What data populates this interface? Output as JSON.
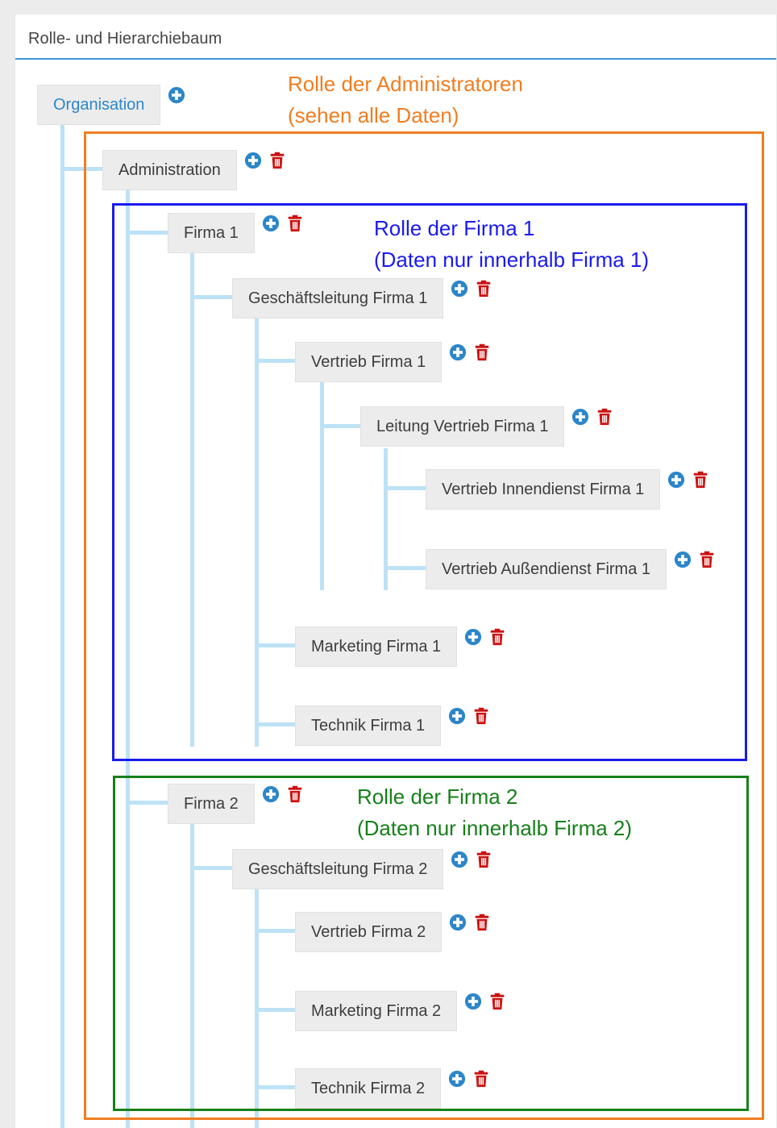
{
  "panel": {
    "title": "Rolle- und Hierarchiebaum"
  },
  "colors": {
    "connector": "#bde2f5",
    "add_icon": "#2c86c9",
    "delete_icon": "#cc1111",
    "admin_box": "#f07d21",
    "firma1_box": "#1a1aee",
    "firma2_box": "#17801a"
  },
  "tree": {
    "organisation": "Organisation",
    "administration": "Administration",
    "firma1": "Firma 1",
    "geschaeftsleitung_firma1": "Geschäftsleitung Firma 1",
    "vertrieb_firma1": "Vertrieb Firma 1",
    "leitung_vertrieb_firma1": "Leitung Vertrieb Firma 1",
    "vertrieb_innendienst_firma1": "Vertrieb Innendienst Firma 1",
    "vertrieb_aussendienst_firma1": "Vertrieb Außendienst Firma 1",
    "marketing_firma1": "Marketing Firma 1",
    "technik_firma1": "Technik Firma 1",
    "firma2": "Firma 2",
    "geschaeftsleitung_firma2": "Geschäftsleitung Firma 2",
    "vertrieb_firma2": "Vertrieb Firma 2",
    "marketing_firma2": "Marketing Firma 2",
    "technik_firma2": "Technik Firma 2"
  },
  "icons": {
    "add": "plus-circle-icon",
    "delete": "trash-icon"
  },
  "annotations": {
    "admin": {
      "line1": "Rolle der Administratoren",
      "line2": "(sehen alle Daten)"
    },
    "firma1": {
      "line1": "Rolle der Firma 1",
      "line2": "(Daten nur innerhalb Firma 1)"
    },
    "firma2": {
      "line1": "Rolle der Firma 2",
      "line2": "(Daten nur innerhalb Firma 2)"
    }
  }
}
